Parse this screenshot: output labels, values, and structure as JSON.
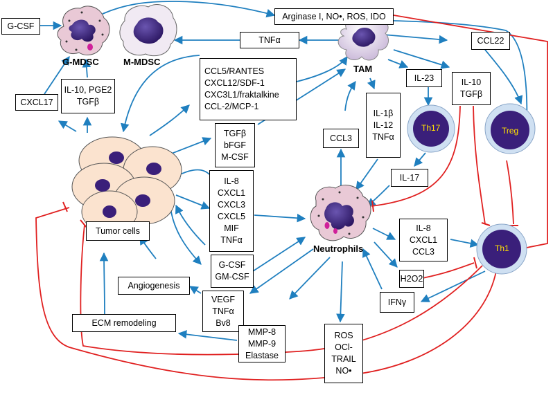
{
  "boxes": {
    "gcsf_top": [
      "G-CSF"
    ],
    "arginase": [
      "Arginase I, NO•, ROS, IDO"
    ],
    "tnfa_top": [
      "TNFα"
    ],
    "ccl22": [
      "CCL22"
    ],
    "chemokines": [
      "CCL5/RANTES",
      "CXCL12/SDF-1",
      "CXC3L1/fraktalkine",
      "CCL-2/MCP-1"
    ],
    "il23": [
      "IL-23"
    ],
    "il10_tgfb": [
      "IL-10",
      "TGFβ"
    ],
    "cxcl17": [
      "CXCL17"
    ],
    "il10_pge2": [
      "IL-10, PGE2",
      "TGFβ"
    ],
    "tgfb_group": [
      "TGFβ",
      "bFGF",
      "M-CSF"
    ],
    "ccl3": [
      "CCL3"
    ],
    "il1b_group": [
      "IL-1β",
      "IL-12",
      "TNFα"
    ],
    "il8_group": [
      "IL-8",
      "CXCL1",
      "CXCL3",
      "CXCL5",
      "MIF",
      "TNFα"
    ],
    "il17": [
      "IL-17"
    ],
    "tumor_cells": [
      "Tumor cells"
    ],
    "il8_cxcl1_ccl3": [
      "IL-8",
      "CXCL1",
      "CCL3"
    ],
    "gcsf_gmcsf": [
      "G-CSF",
      "GM-CSF"
    ],
    "angiogenesis": [
      "Angiogenesis"
    ],
    "h2o2": [
      "H2O2"
    ],
    "vegf_group": [
      "VEGF",
      "TNFα",
      "Bv8"
    ],
    "ecm": [
      "ECM remodeling"
    ],
    "ifng": [
      "IFNγ"
    ],
    "mmp_group": [
      "MMP-8",
      "MMP-9",
      "Elastase"
    ],
    "ros_group": [
      "ROS",
      "OCl-",
      "TRAIL",
      "NO•"
    ]
  },
  "labels": {
    "g_mdsc": "G-MDSC",
    "m_mdsc": "M-MDSC",
    "tam": "TAM",
    "neutrophils": "Neutrophils",
    "th17": "Th17",
    "treg": "Treg",
    "th1": "Th1"
  },
  "colors": {
    "activation_arrow": "#1f7fbf",
    "inhibition_line": "#e02020",
    "cell_nucleus": "#3a1f7a",
    "tumor_cell_fill": "#fbe3cf",
    "mdsc_fill": "#e9c9d6",
    "macrophage_fill": "#f1eaf3",
    "lymphocyte_ring": "#cfe0f2",
    "lymphocyte_label": "#ffe000"
  }
}
